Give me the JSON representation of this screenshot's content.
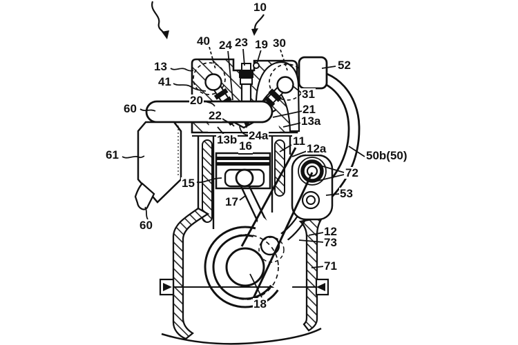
{
  "figure": {
    "description": "Patent engine cross-section drawing",
    "line_color": "#111111",
    "background": "#ffffff"
  },
  "labels": {
    "l10": "10",
    "l13": "13",
    "l41": "41",
    "l40": "40",
    "l24": "24",
    "l23": "23",
    "l19": "19",
    "l30": "30",
    "l52": "52",
    "l31": "31",
    "l20": "20",
    "l60a": "60",
    "l22": "22",
    "l21": "21",
    "l13a": "13a",
    "l24a": "24a",
    "l13b": "13b",
    "l16": "16",
    "l11": "11",
    "l12a": "12a",
    "l50b": "50b(50)",
    "l61": "61",
    "l72": "72",
    "l15": "15",
    "l53": "53",
    "l17": "17",
    "l60b": "60",
    "l12": "12",
    "l73": "73",
    "l71": "71",
    "l18": "18"
  }
}
